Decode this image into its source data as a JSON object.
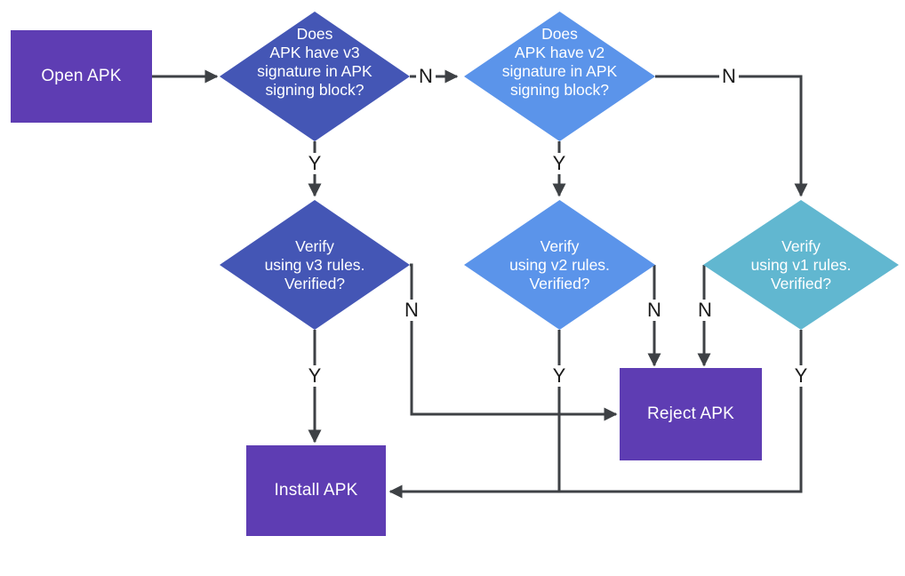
{
  "diagram": {
    "colors": {
      "process_fill": "#5E3DB3",
      "v3_fill": "#4456B5",
      "v2_fill": "#5B94EA",
      "v1_fill": "#61B7D0",
      "connector": "#3E4145",
      "node_text": "#FFFFFF",
      "edge_label_text": "#1A1A1A",
      "background": "#FFFFFF"
    },
    "nodes": {
      "open_apk": {
        "label": "Open APK"
      },
      "q_v3": {
        "lines": [
          "Does",
          "APK have v3",
          "signature in APK",
          "signing block?"
        ]
      },
      "q_v2": {
        "lines": [
          "Does",
          "APK have v2",
          "signature in APK",
          "signing block?"
        ]
      },
      "verify_v3": {
        "lines": [
          "Verify",
          "using v3 rules.",
          "Verified?"
        ]
      },
      "verify_v2": {
        "lines": [
          "Verify",
          "using v2 rules.",
          "Verified?"
        ]
      },
      "verify_v1": {
        "lines": [
          "Verify",
          "using v1 rules.",
          "Verified?"
        ]
      },
      "reject_apk": {
        "label": "Reject APK"
      },
      "install_apk": {
        "label": "Install APK"
      }
    },
    "edges": [
      {
        "id": "open-to-qv3",
        "from": "open_apk",
        "to": "q_v3",
        "label": ""
      },
      {
        "id": "qv3-no",
        "from": "q_v3",
        "to": "q_v2",
        "label": "N"
      },
      {
        "id": "qv3-yes",
        "from": "q_v3",
        "to": "verify_v3",
        "label": "Y"
      },
      {
        "id": "qv2-no",
        "from": "q_v2",
        "to": "verify_v1",
        "label": "N"
      },
      {
        "id": "qv2-yes",
        "from": "q_v2",
        "to": "verify_v2",
        "label": "Y"
      },
      {
        "id": "vv3-yes",
        "from": "verify_v3",
        "to": "install_apk",
        "label": "Y"
      },
      {
        "id": "vv3-no",
        "from": "verify_v3",
        "to": "reject_apk",
        "label": "N"
      },
      {
        "id": "vv2-yes",
        "from": "verify_v2",
        "to": "install_apk",
        "label": "Y"
      },
      {
        "id": "vv2-no",
        "from": "verify_v2",
        "to": "reject_apk",
        "label": "N"
      },
      {
        "id": "vv1-yes",
        "from": "verify_v1",
        "to": "install_apk",
        "label": "Y"
      },
      {
        "id": "vv1-no",
        "from": "verify_v1",
        "to": "reject_apk",
        "label": "N"
      }
    ]
  }
}
